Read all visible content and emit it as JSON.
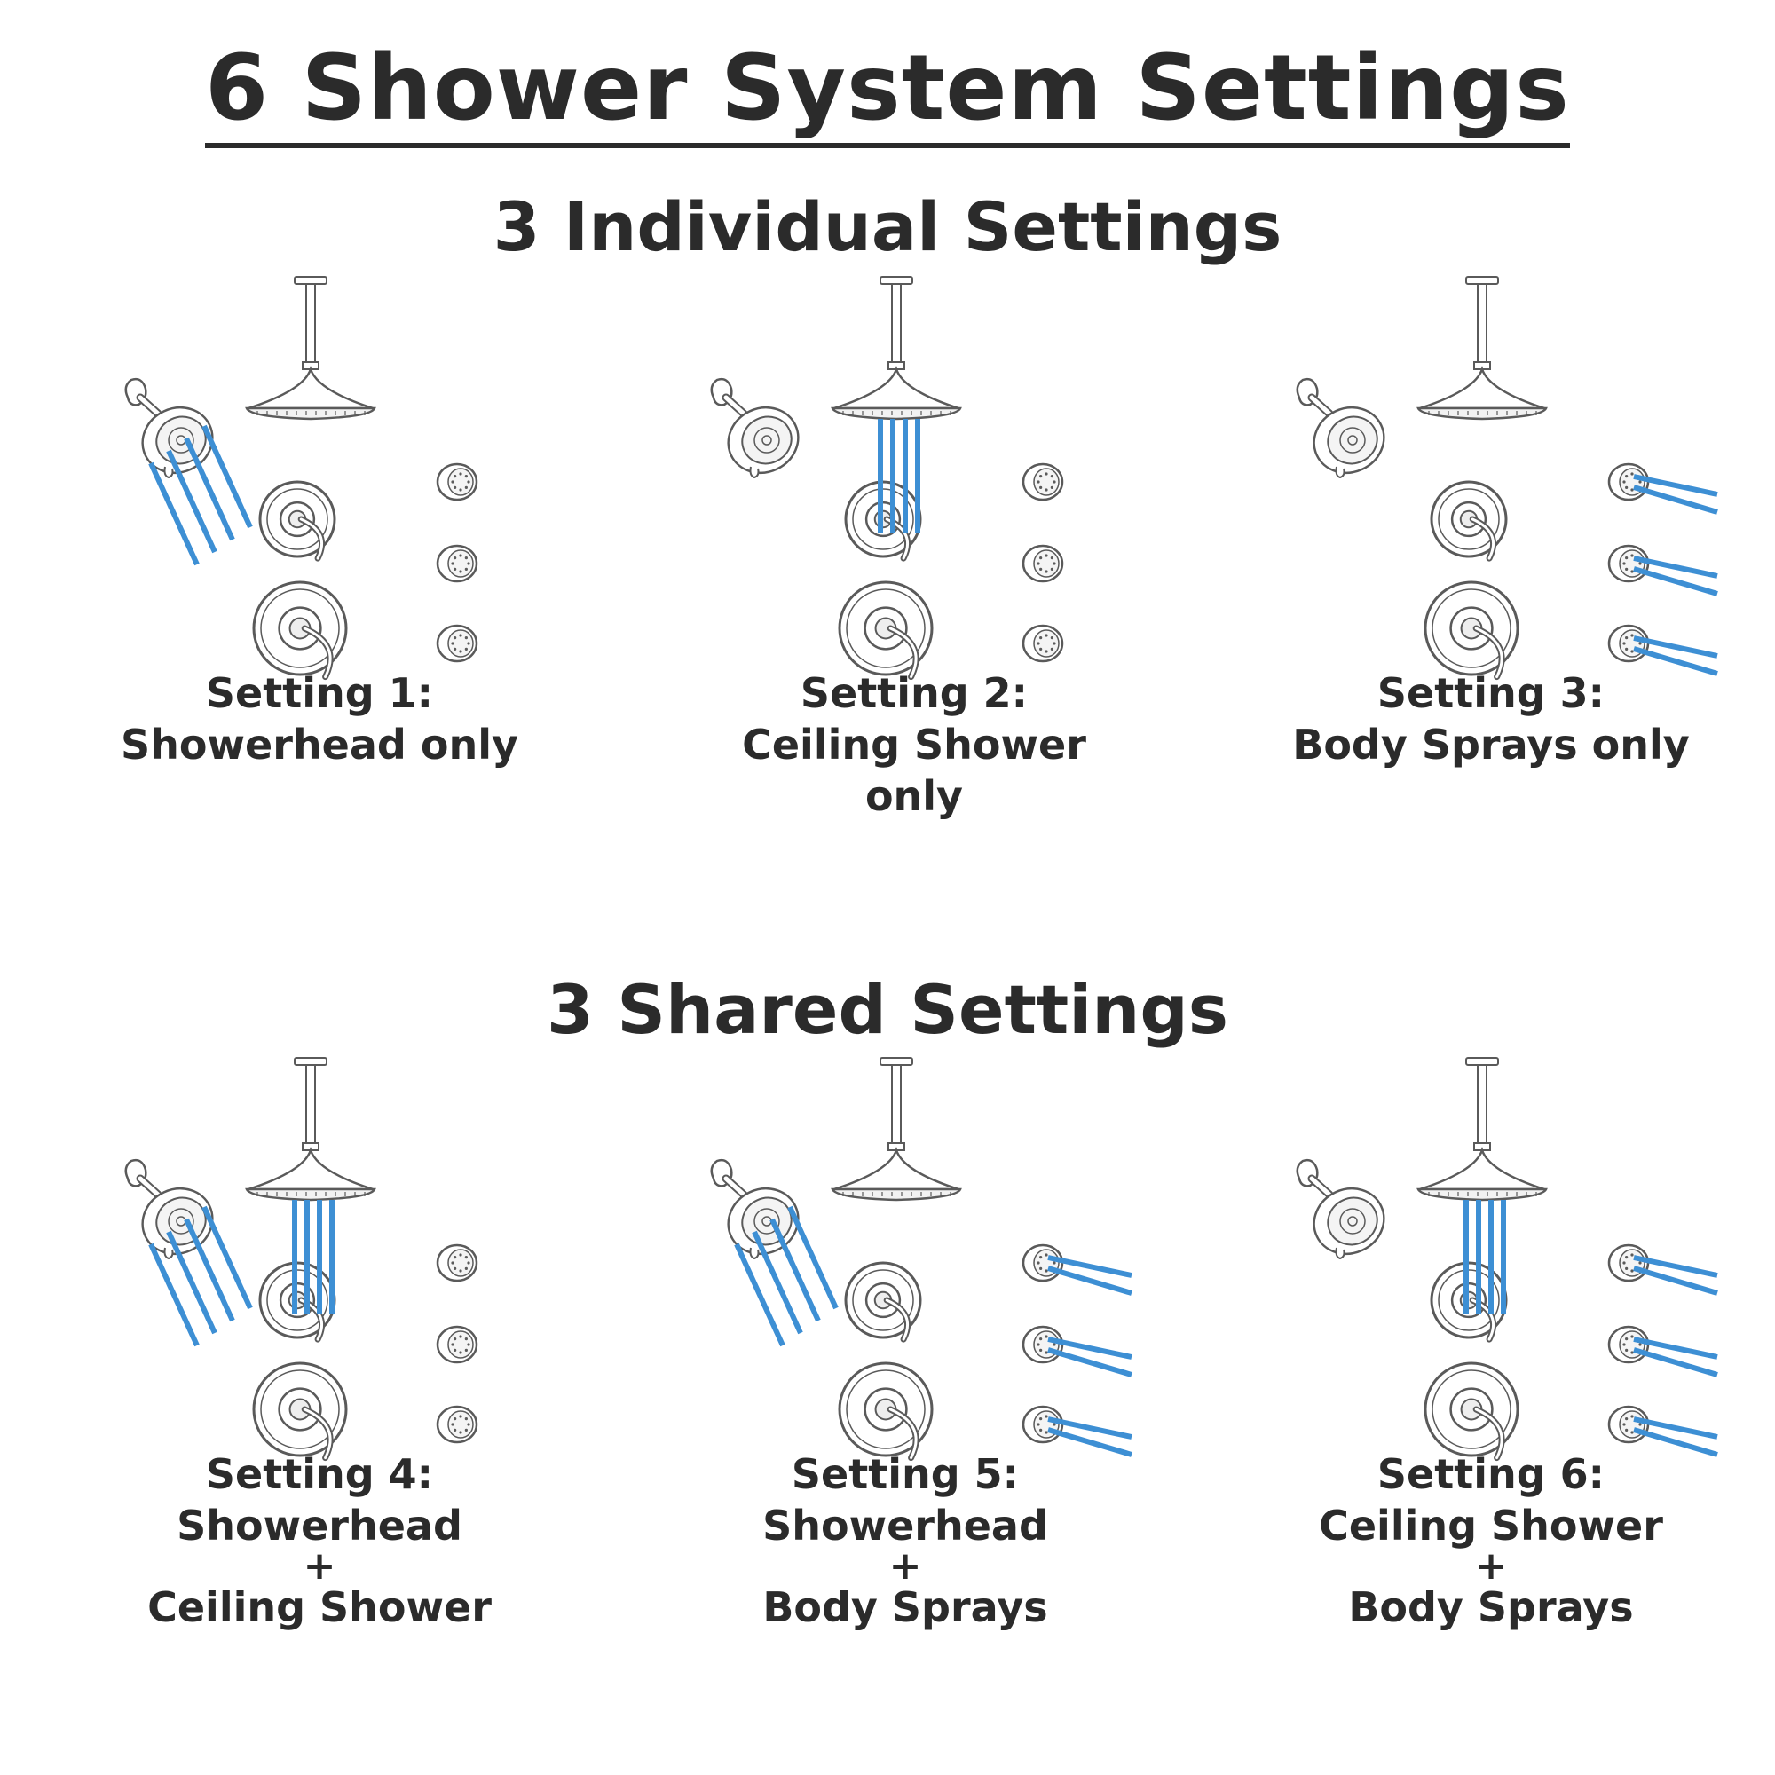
{
  "title": "6 Shower System Settings",
  "sections": [
    {
      "title": "3 Individual Settings"
    },
    {
      "title": "3 Shared Settings"
    }
  ],
  "settings": [
    {
      "heading": "Setting 1:",
      "line1": "Showerhead only",
      "plus": "",
      "line2": "",
      "active": [
        "showerhead"
      ]
    },
    {
      "heading": "Setting 2:",
      "line1": "Ceiling Shower only",
      "plus": "",
      "line2": "",
      "active": [
        "ceiling"
      ]
    },
    {
      "heading": "Setting 3:",
      "line1": "Body Sprays only",
      "plus": "",
      "line2": "",
      "active": [
        "bodysprays"
      ]
    },
    {
      "heading": "Setting 4:",
      "line1": "Showerhead",
      "plus": "+",
      "line2": "Ceiling Shower",
      "active": [
        "showerhead",
        "ceiling"
      ]
    },
    {
      "heading": "Setting 5:",
      "line1": "Showerhead",
      "plus": "+",
      "line2": "Body Sprays",
      "active": [
        "showerhead",
        "bodysprays"
      ]
    },
    {
      "heading": "Setting 6:",
      "line1": "Ceiling Shower",
      "plus": "+",
      "line2": "Body Sprays",
      "active": [
        "ceiling",
        "bodysprays"
      ]
    }
  ],
  "colors": {
    "water": "#3d8fd4",
    "fixture": "#5a5a5a",
    "text": "#2b2b2b"
  }
}
